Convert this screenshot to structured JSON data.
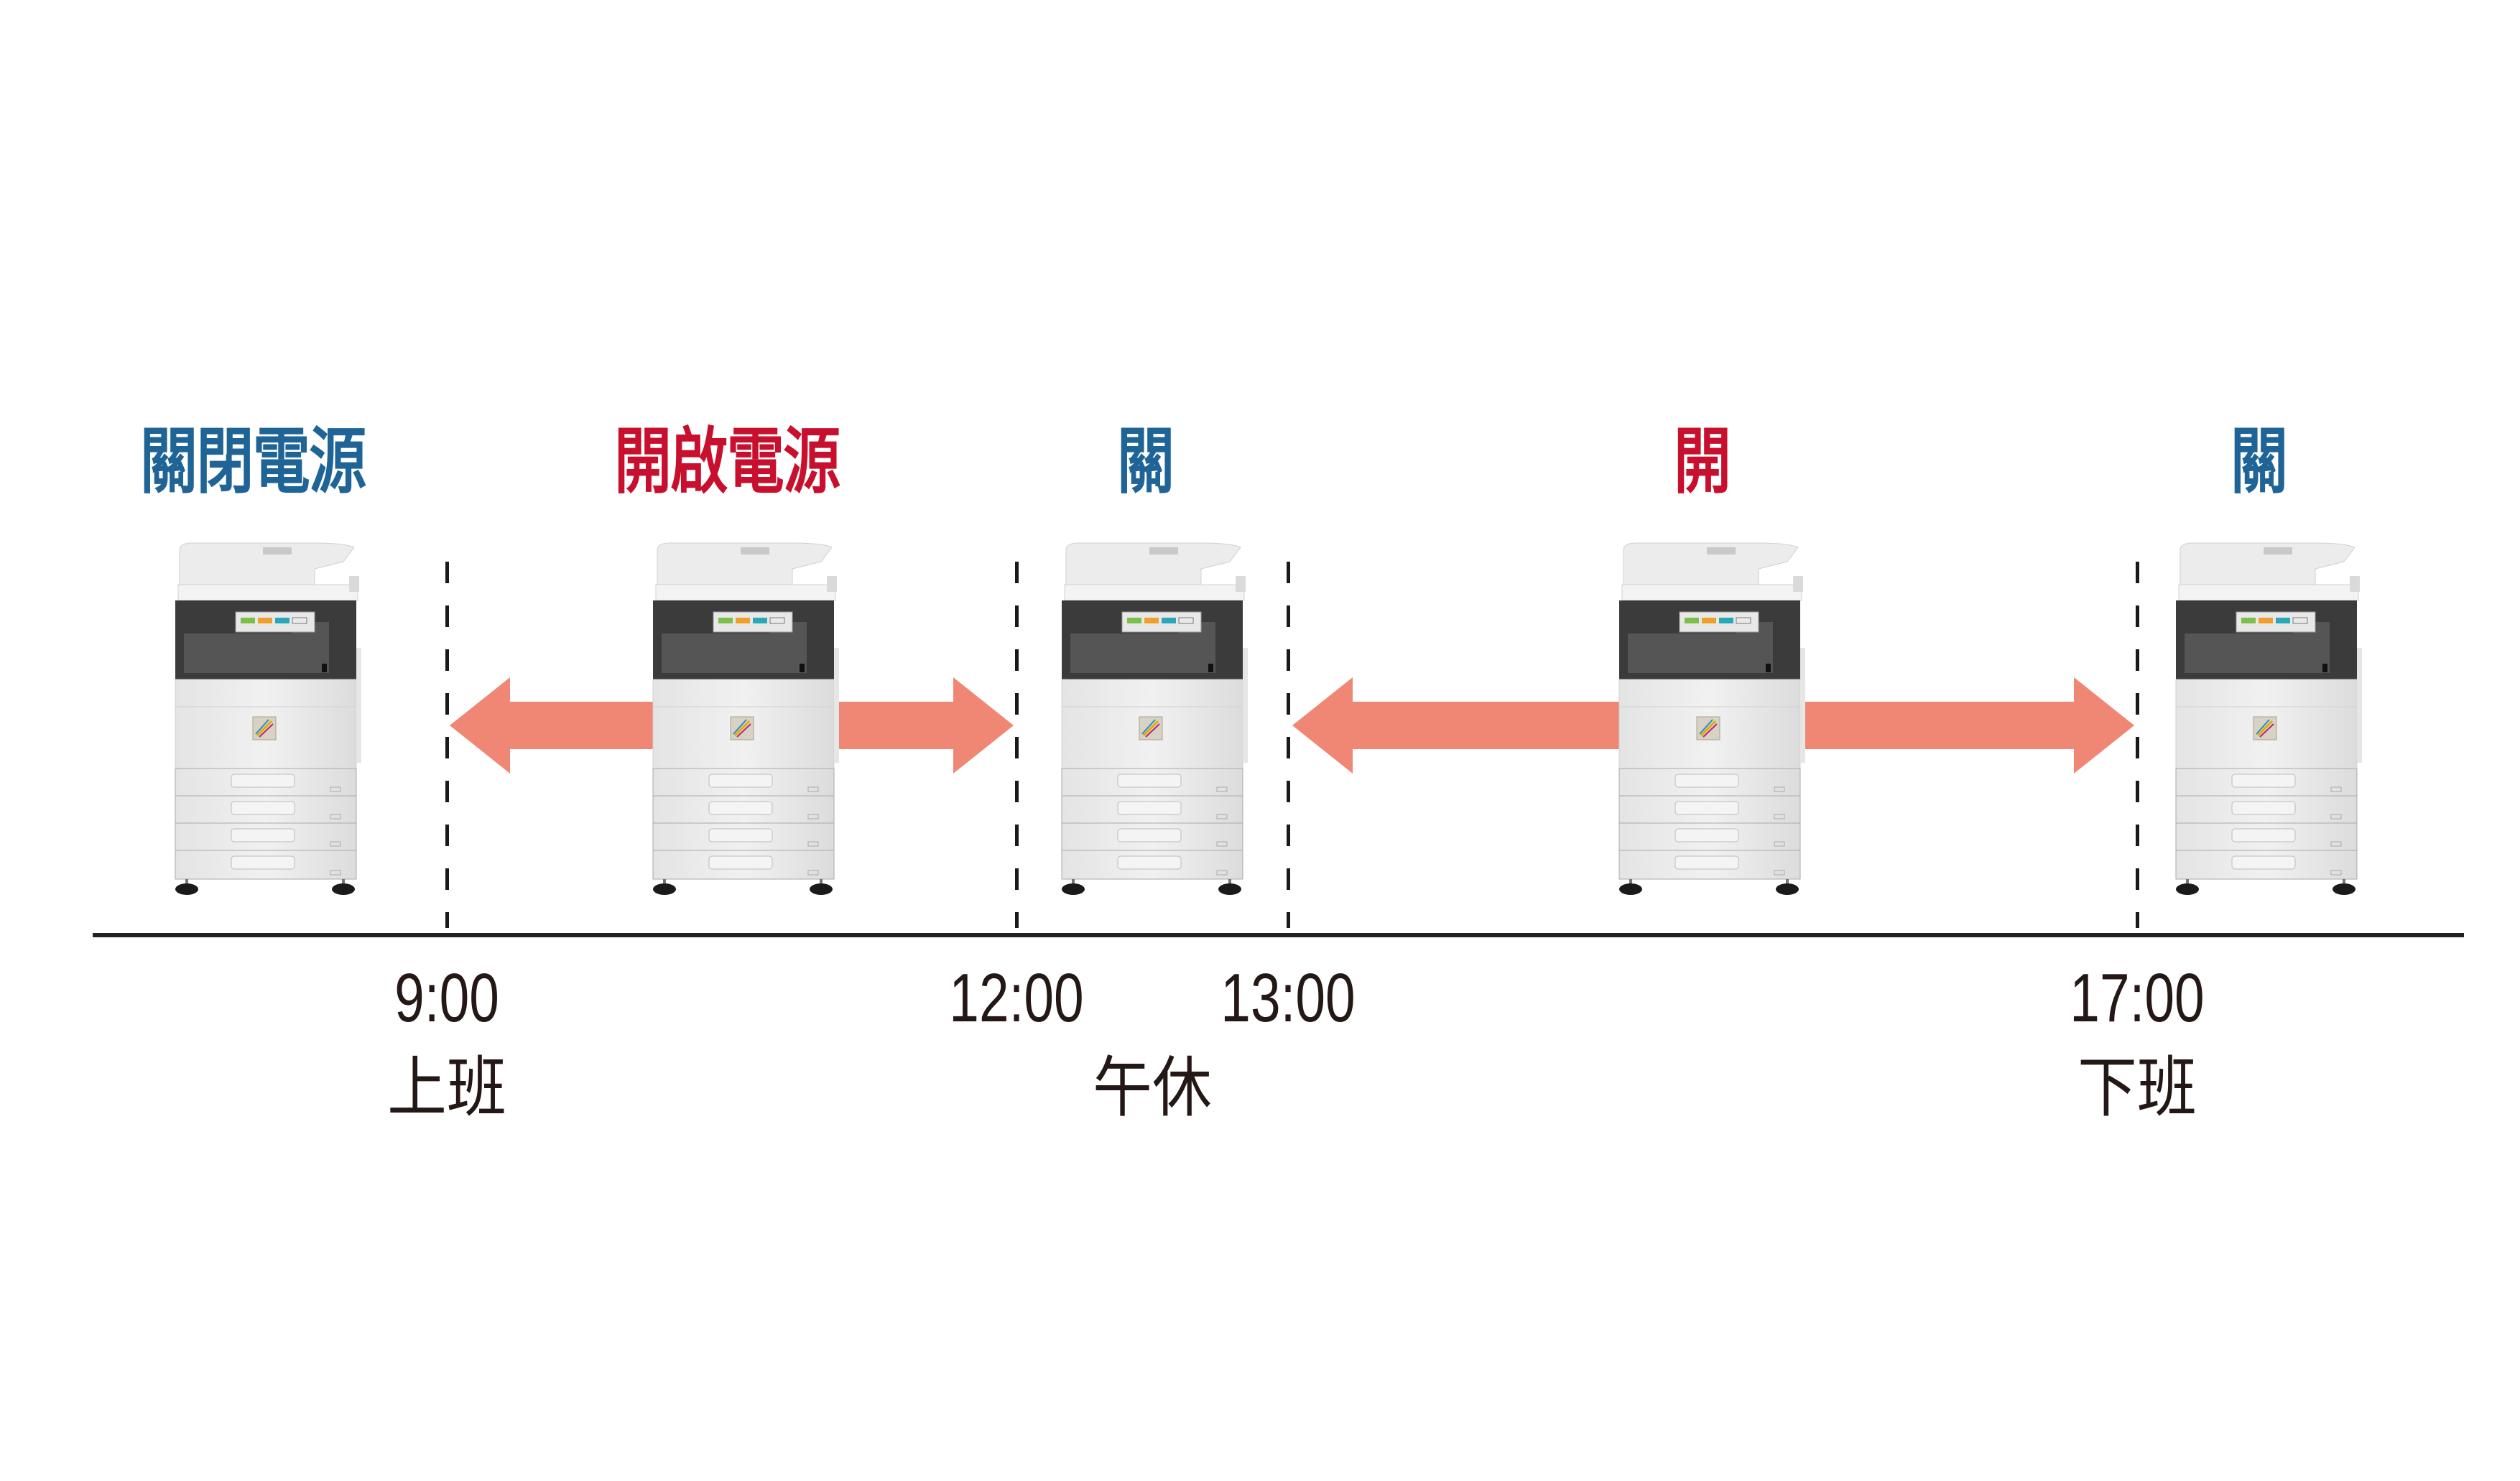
{
  "colors": {
    "off_label": "#1F6496",
    "on_label": "#C8102E",
    "arrow": "#F08775",
    "text": "#231815",
    "line": "#222222"
  },
  "header_labels": [
    {
      "text": "關閉電源",
      "state": "off"
    },
    {
      "text": "開啟電源",
      "state": "on"
    },
    {
      "text": "關",
      "state": "off"
    },
    {
      "text": "開",
      "state": "on"
    },
    {
      "text": "關",
      "state": "off"
    }
  ],
  "timeline": {
    "times": [
      "9:00",
      "12:00",
      "13:00",
      "17:00"
    ],
    "periods": [
      "上班",
      "午休",
      "下班"
    ]
  },
  "printers": [
    {
      "icon": "printer-icon"
    },
    {
      "icon": "printer-icon"
    },
    {
      "icon": "printer-icon"
    },
    {
      "icon": "printer-icon"
    },
    {
      "icon": "printer-icon"
    }
  ],
  "arrows": [
    {
      "icon": "double-arrow-icon",
      "from": "9:00",
      "to": "12:00"
    },
    {
      "icon": "double-arrow-icon",
      "from": "13:00",
      "to": "17:00"
    }
  ]
}
